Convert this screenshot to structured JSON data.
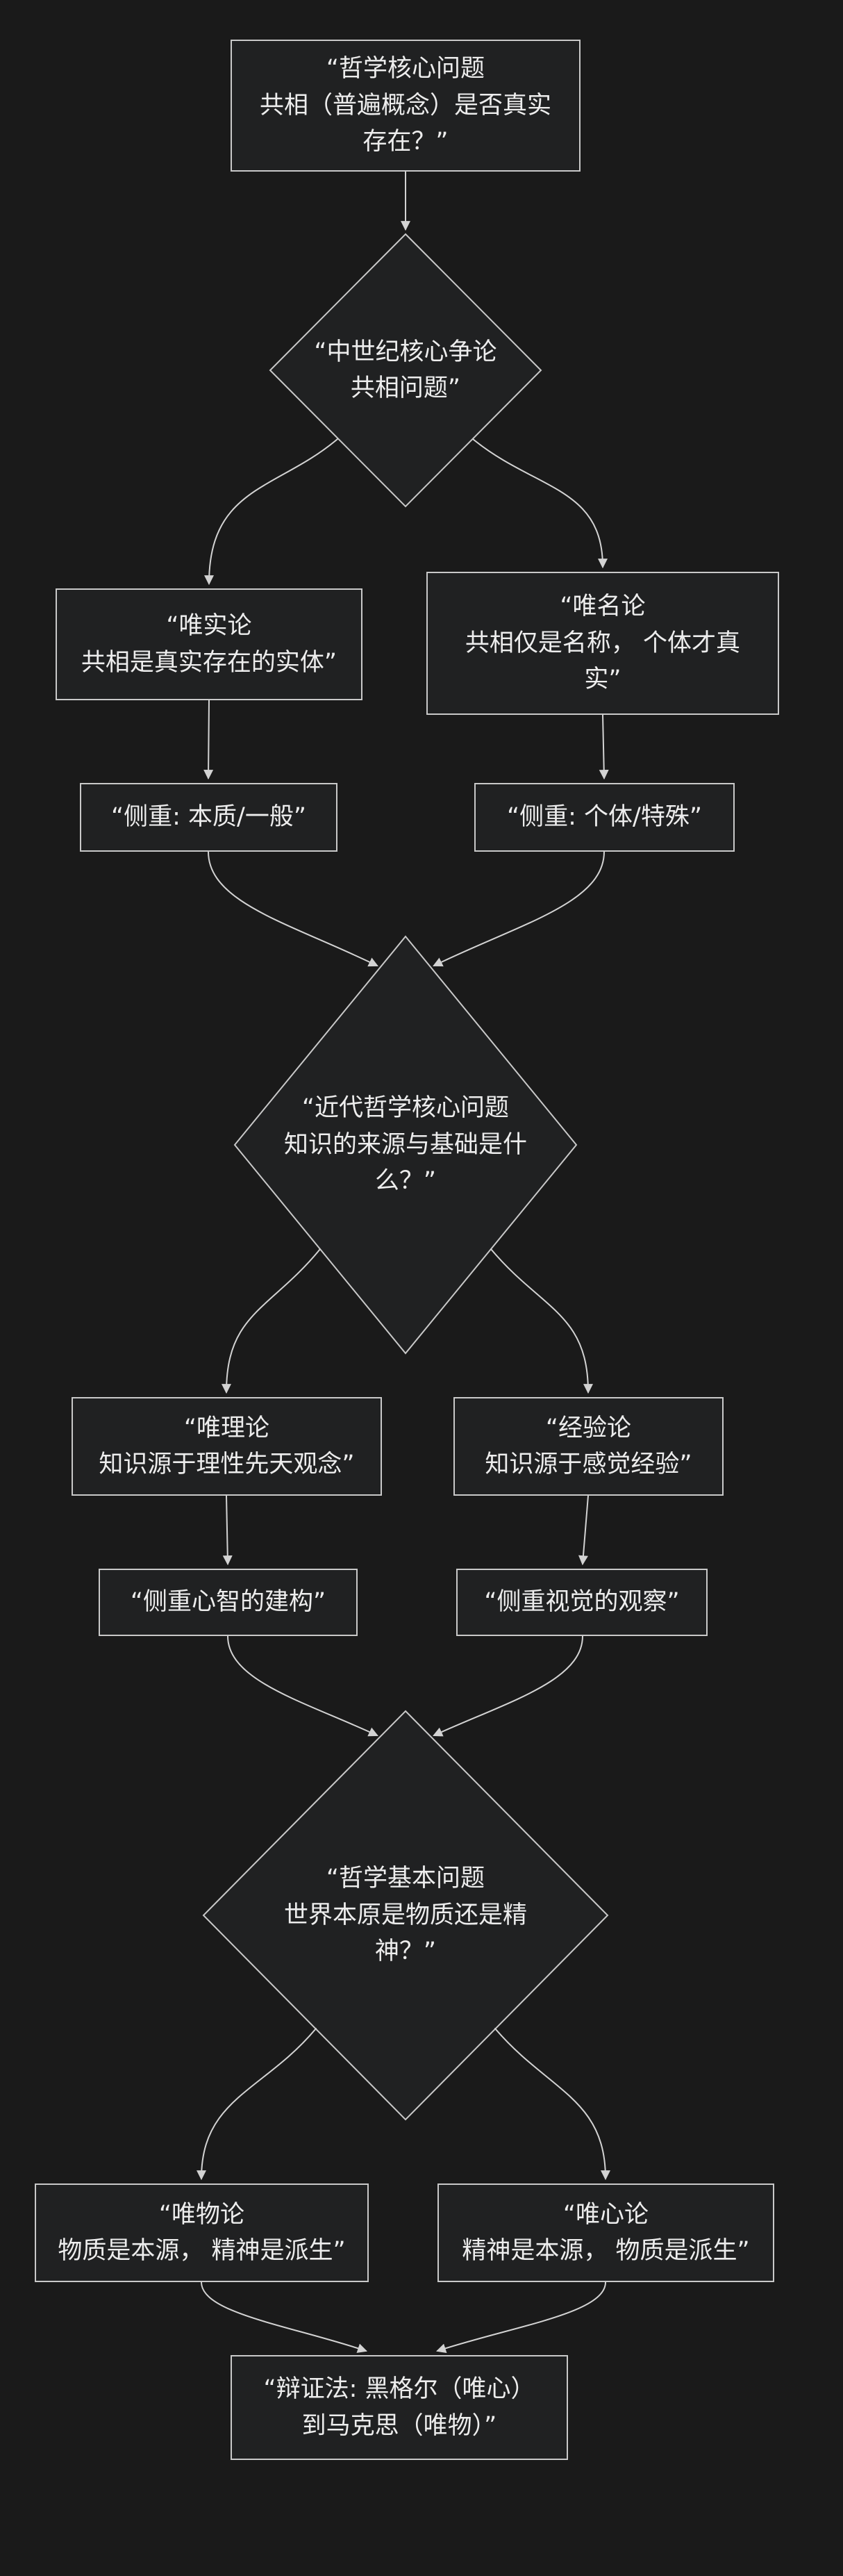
{
  "diagram": {
    "type": "flowchart",
    "direction": "top-down",
    "nodes": {
      "a": {
        "shape": "rect",
        "label": "“哲学核心问题\n共相（普遍概念）是否真实\n存在？”"
      },
      "b": {
        "shape": "diamond",
        "label": "“中世纪核心争论\n共相问题”"
      },
      "c": {
        "shape": "rect",
        "label": "“唯实论\n共相是真实存在的实体”"
      },
      "d": {
        "shape": "rect",
        "label": "“唯名论\n共相仅是名称， 个体才真\n实”"
      },
      "e": {
        "shape": "rect",
        "label": "“侧重: 本质/一般”"
      },
      "f": {
        "shape": "rect",
        "label": "“侧重: 个体/特殊”"
      },
      "g": {
        "shape": "diamond",
        "label": "“近代哲学核心问题\n知识的来源与基础是什\n么？”"
      },
      "h": {
        "shape": "rect",
        "label": "“唯理论\n知识源于理性先天观念”"
      },
      "i": {
        "shape": "rect",
        "label": "“经验论\n知识源于感觉经验”"
      },
      "j": {
        "shape": "rect",
        "label": "“侧重心智的建构”"
      },
      "k": {
        "shape": "rect",
        "label": "“侧重视觉的观察”"
      },
      "l": {
        "shape": "diamond",
        "label": "“哲学基本问题\n世界本原是物质还是精\n神？”"
      },
      "m": {
        "shape": "rect",
        "label": "“唯物论\n物质是本源， 精神是派生”"
      },
      "n": {
        "shape": "rect",
        "label": "“唯心论\n精神是本源， 物质是派生”"
      },
      "o": {
        "shape": "rect",
        "label": "“辩证法: 黑格尔（唯心）\n到马克思（唯物）”"
      }
    },
    "edges": [
      {
        "from": "a",
        "to": "b"
      },
      {
        "from": "b",
        "to": "c"
      },
      {
        "from": "b",
        "to": "d"
      },
      {
        "from": "c",
        "to": "e"
      },
      {
        "from": "d",
        "to": "f"
      },
      {
        "from": "e",
        "to": "g"
      },
      {
        "from": "f",
        "to": "g"
      },
      {
        "from": "g",
        "to": "h"
      },
      {
        "from": "g",
        "to": "i"
      },
      {
        "from": "h",
        "to": "j"
      },
      {
        "from": "i",
        "to": "k"
      },
      {
        "from": "j",
        "to": "l"
      },
      {
        "from": "k",
        "to": "l"
      },
      {
        "from": "l",
        "to": "m"
      },
      {
        "from": "l",
        "to": "n"
      },
      {
        "from": "m",
        "to": "o"
      },
      {
        "from": "n",
        "to": "o"
      }
    ],
    "colors": {
      "background": "#1a1a1a",
      "node_fill": "#202122",
      "node_border": "#c9c9c9",
      "text": "#ededed",
      "edge": "#d3d3d3"
    }
  }
}
